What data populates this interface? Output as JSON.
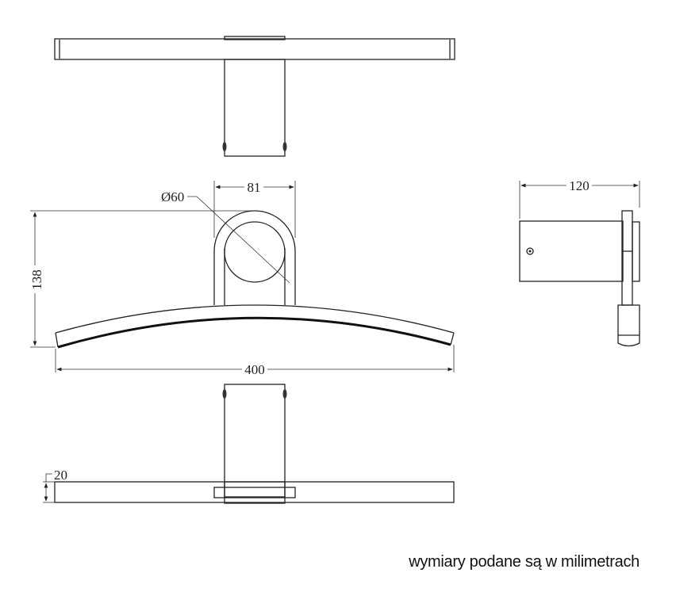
{
  "dimensions": {
    "diameter": "Ø60",
    "ring_width": "81",
    "height": "138",
    "length": "400",
    "depth": "120",
    "thickness": "20"
  },
  "caption": "wymiary podane są w milimetrach"
}
